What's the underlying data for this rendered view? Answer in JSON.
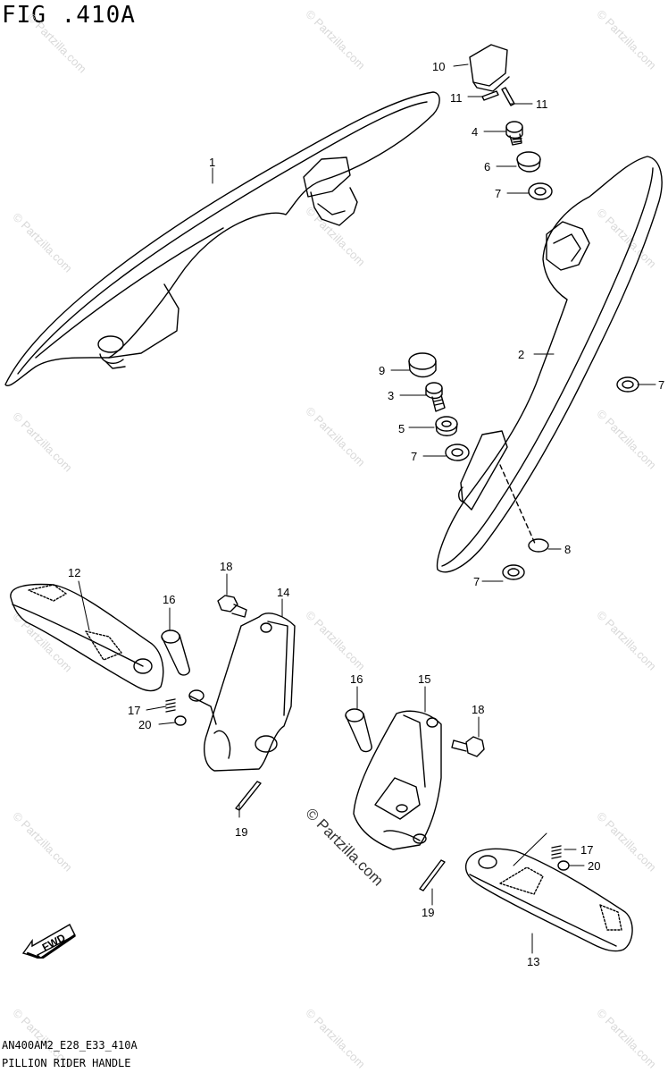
{
  "header": {
    "figure_title": "FIG .410A"
  },
  "footer": {
    "code": "AN400AM2_E28_E33_410A",
    "caption": "PILLION RIDER HANDLE"
  },
  "watermark": {
    "text": "© Partzilla.com"
  },
  "orientation": {
    "label": "FWD"
  },
  "callouts": {
    "c1": "1",
    "c2": "2",
    "c3": "3",
    "c4": "4",
    "c5": "5",
    "c6": "6",
    "c7a": "7",
    "c7b": "7",
    "c7c": "7",
    "c7d": "7",
    "c8": "8",
    "c9": "9",
    "c10": "10",
    "c11a": "11",
    "c11b": "11",
    "c12": "12",
    "c13": "13",
    "c14": "14",
    "c15": "15",
    "c16a": "16",
    "c16b": "16",
    "c17a": "17",
    "c17b": "17",
    "c18a": "18",
    "c18b": "18",
    "c19a": "19",
    "c19b": "19",
    "c20a": "20",
    "c20b": "20"
  },
  "colors": {
    "line": "#000000",
    "watermark": "#d9d9d9"
  }
}
